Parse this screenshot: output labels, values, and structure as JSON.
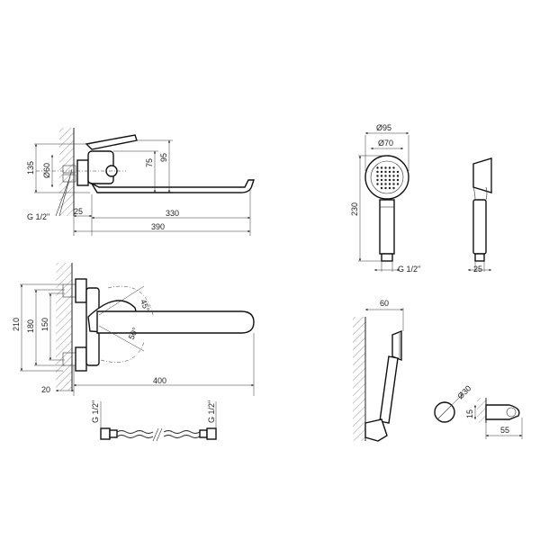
{
  "view_side": {
    "dims": {
      "h135": "135",
      "h95": "95",
      "h75": "75",
      "d60": "Ø60",
      "w25": "25",
      "w330": "330",
      "w390": "390",
      "thread": "G 1/2\""
    }
  },
  "view_front": {
    "dims": {
      "h210": "210",
      "h180": "180",
      "h150": "150",
      "a45": "45°",
      "a50": "50°",
      "w20": "20",
      "w400": "400"
    }
  },
  "hose": {
    "thread_left": "G 1/2\"",
    "thread_right": "G 1/2\""
  },
  "shower_head": {
    "dims": {
      "d95": "Ø95",
      "d70": "Ø70",
      "h230": "230",
      "thread": "G 1/2\"",
      "w25": "25"
    }
  },
  "holder": {
    "dims": {
      "w60": "60",
      "d30": "Ø30",
      "h15": "15",
      "w55": "55"
    }
  }
}
